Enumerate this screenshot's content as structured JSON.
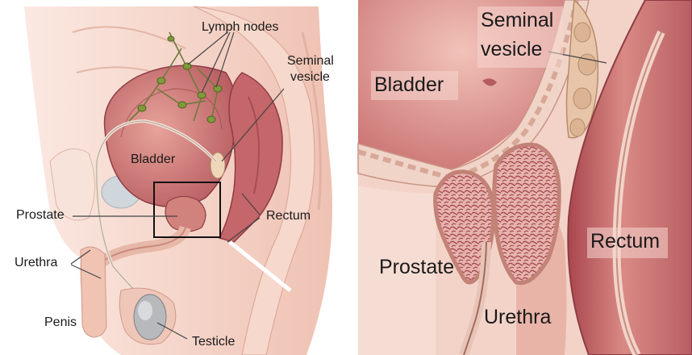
{
  "left_panel": {
    "labels": {
      "lymph_nodes": "Lymph nodes",
      "seminal_vesicle_line1": "Seminal",
      "seminal_vesicle_line2": "vesicle",
      "bladder": "Bladder",
      "prostate": "Prostate",
      "rectum": "Rectum",
      "urethra": "Urethra",
      "penis": "Penis",
      "testicle": "Testicle"
    }
  },
  "right_panel": {
    "labels": {
      "seminal_vesicle_line1": "Seminal",
      "seminal_vesicle_line2": "vesicle",
      "bladder": "Bladder",
      "prostate": "Prostate",
      "urethra": "Urethra",
      "rectum": "Rectum"
    }
  },
  "colors": {
    "skin": "#f3cdbb",
    "tissue_light": "#f4dcd2",
    "organ_dark": "#b2545a",
    "organ_mid": "#cf7d78",
    "leader_line": "#555555",
    "zoom_box": "#111111"
  }
}
